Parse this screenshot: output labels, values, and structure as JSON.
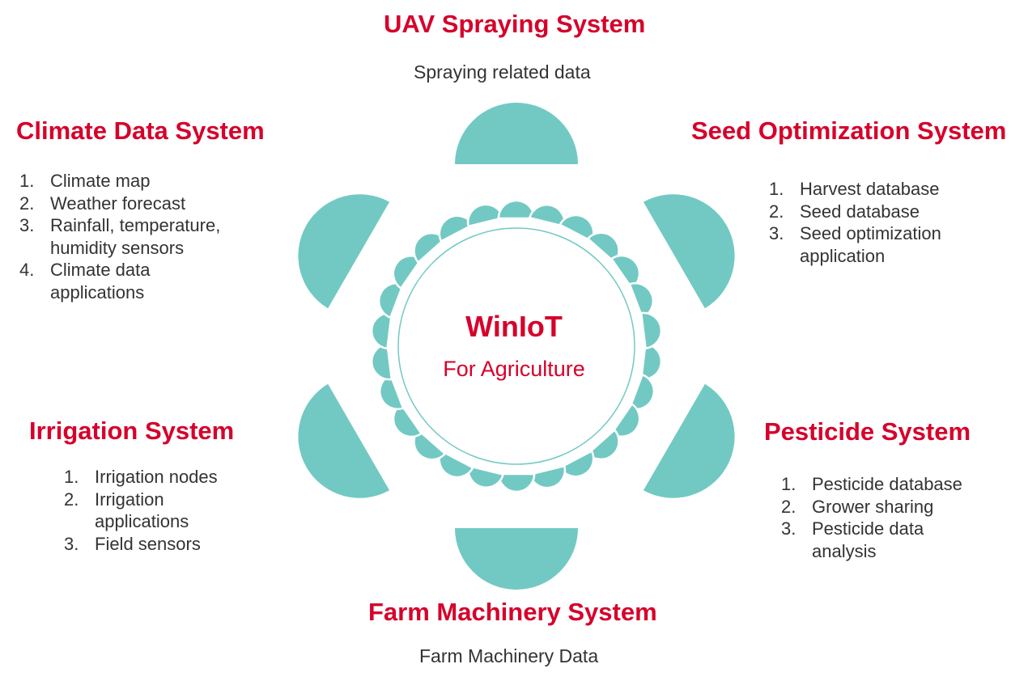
{
  "colors": {
    "accent": "#d6002a",
    "petal": "#72c9c3",
    "text": "#333333"
  },
  "center": {
    "title": "WinIoT",
    "subtitle": "For Agriculture"
  },
  "uav": {
    "title": "UAV Spraying System",
    "text": "Spraying related data"
  },
  "climate": {
    "title": "Climate Data System",
    "items": [
      {
        "n": "1.",
        "text": "Climate map"
      },
      {
        "n": "2.",
        "text": "Weather forecast"
      },
      {
        "n": "3.",
        "text": "Rainfall, temperature,\nhumidity sensors"
      },
      {
        "n": "4.",
        "text": "Climate data\napplications"
      }
    ]
  },
  "seed": {
    "title": "Seed Optimization System",
    "items": [
      {
        "n": "1.",
        "text": "Harvest database"
      },
      {
        "n": "2.",
        "text": "Seed database"
      },
      {
        "n": "3.",
        "text": "Seed optimization\napplication"
      }
    ]
  },
  "irrigation": {
    "title": "Irrigation System",
    "items": [
      {
        "n": "1.",
        "text": "Irrigation nodes"
      },
      {
        "n": "2.",
        "text": "Irrigation\napplications"
      },
      {
        "n": "3.",
        "text": "Field sensors"
      }
    ]
  },
  "pesticide": {
    "title": "Pesticide System",
    "items": [
      {
        "n": "1.",
        "text": "Pesticide database"
      },
      {
        "n": "2.",
        "text": "Grower sharing"
      },
      {
        "n": "3.",
        "text": "Pesticide data\nanalysis"
      }
    ]
  },
  "farm": {
    "title": "Farm Machinery System",
    "text": "Farm Machinery Data"
  }
}
